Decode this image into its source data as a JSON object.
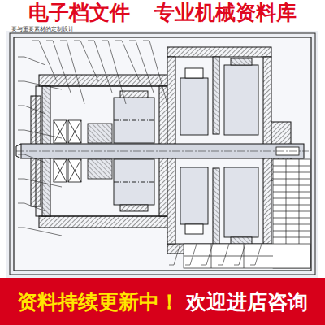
{
  "diagram": {
    "nodes": [
      {
        "text": [
          "电子档文件",
          "专业机械资料库"
        ]
      },
      {
        "text": [
          "资料持续更新中！",
          "欢迎进店咨询"
        ]
      }
    ],
    "labels": [
      "要与重要素材的定制设计"
    ]
  }
}
